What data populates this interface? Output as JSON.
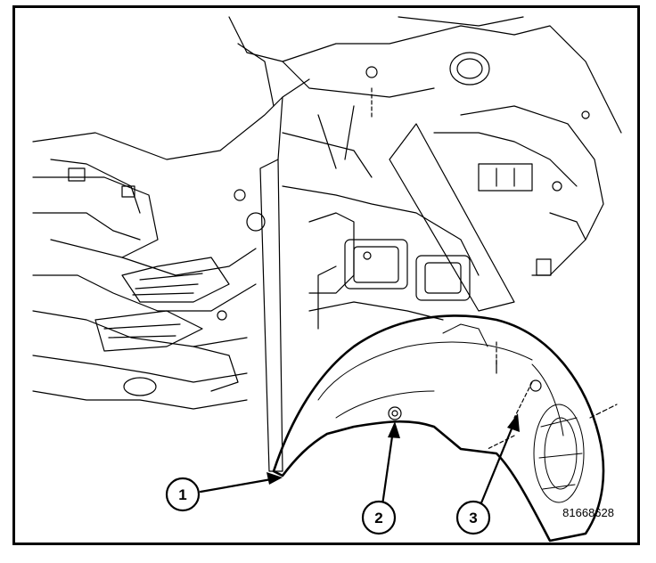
{
  "figure": {
    "id_label": "81668628",
    "callouts": [
      {
        "label": "1"
      },
      {
        "label": "2"
      },
      {
        "label": "3"
      }
    ]
  },
  "colors": {
    "ink": "#000000",
    "paper": "#ffffff"
  }
}
